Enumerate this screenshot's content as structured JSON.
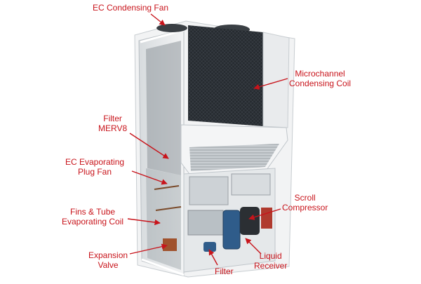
{
  "colors": {
    "callout": "#c8141b",
    "frame": "#eef0f1",
    "coil": "#262b30",
    "panel": "#dfe2e4"
  },
  "labels": {
    "ec_condensing_fan": "EC Condensing Fan",
    "microchannel_coil": [
      "Microchannel",
      "Condensing Coil"
    ],
    "filter_merv8": [
      "Filter",
      "MERV8"
    ],
    "ec_evaporating_fan": [
      "EC Evaporating",
      "Plug Fan"
    ],
    "scroll_compressor": [
      "Scroll",
      "Compressor"
    ],
    "fins_tube_coil": [
      "Fins & Tube",
      "Evaporating Coil"
    ],
    "expansion_valve": [
      "Expansion",
      "Valve"
    ],
    "liquid_receiver": [
      "Liquid",
      "Receiver"
    ],
    "filter": "Filter"
  }
}
